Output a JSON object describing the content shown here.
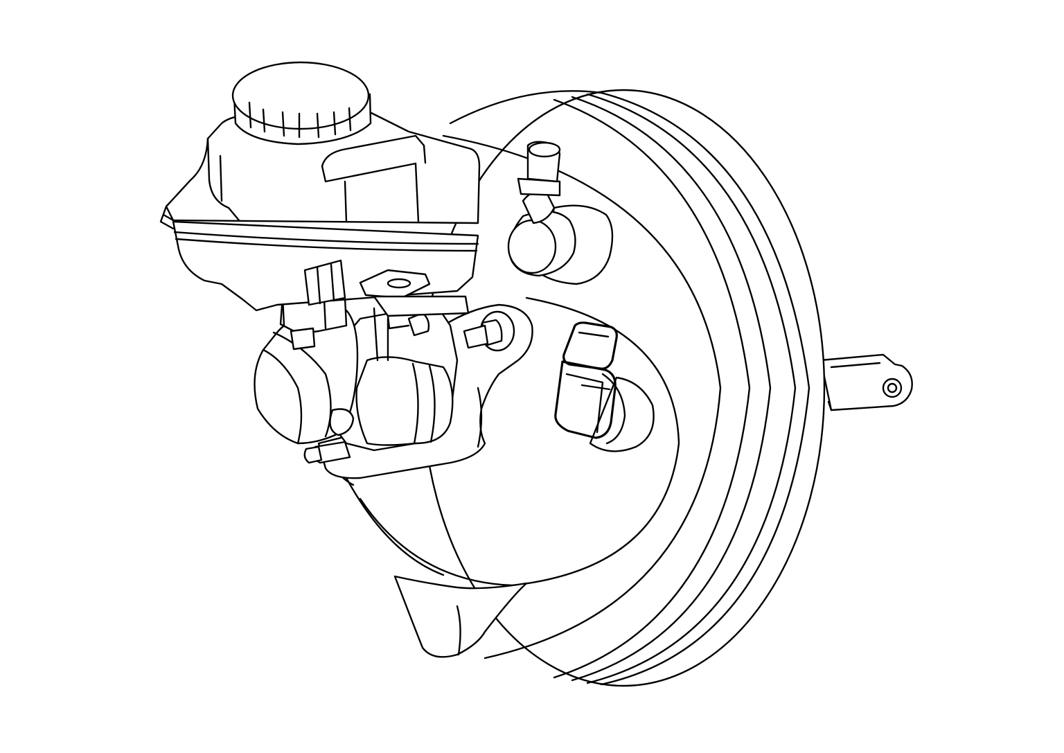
{
  "figure": {
    "kind": "line-drawing",
    "subject": "brake-booster-master-cylinder-assembly",
    "background_color": "#ffffff",
    "line_color": "#000000",
    "highlighted_part": "brake-fluid-level-sensor-connector",
    "highlight_pattern": "dotted-fill"
  }
}
